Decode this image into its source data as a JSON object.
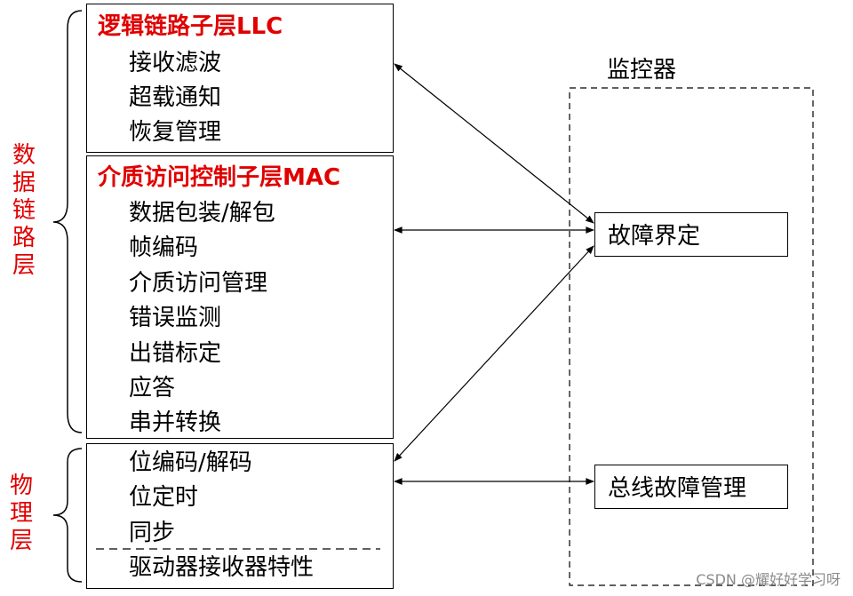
{
  "side_labels": {
    "datalink": [
      "数",
      "据",
      "链",
      "路",
      "层"
    ],
    "physical": [
      "物",
      "理",
      "层"
    ]
  },
  "llc": {
    "title": "逻辑链路子层LLC",
    "items": [
      "接收滤波",
      "超载通知",
      "恢复管理"
    ]
  },
  "mac": {
    "title": "介质访问控制子层MAC",
    "items": [
      "数据包装/解包",
      "帧编码",
      "介质访问管理",
      "错误监测",
      "出错标定",
      "应答",
      "串并转换"
    ]
  },
  "physical": {
    "items": [
      "位编码/解码",
      "位定时",
      "同步"
    ],
    "last_item": "驱动器接收器特性"
  },
  "monitor": {
    "title": "监控器",
    "fault_box": "故障界定",
    "bus_box": "总线故障管理"
  },
  "colors": {
    "red": "#e00000"
  },
  "watermark": "CSDN @耀好好学习呀"
}
